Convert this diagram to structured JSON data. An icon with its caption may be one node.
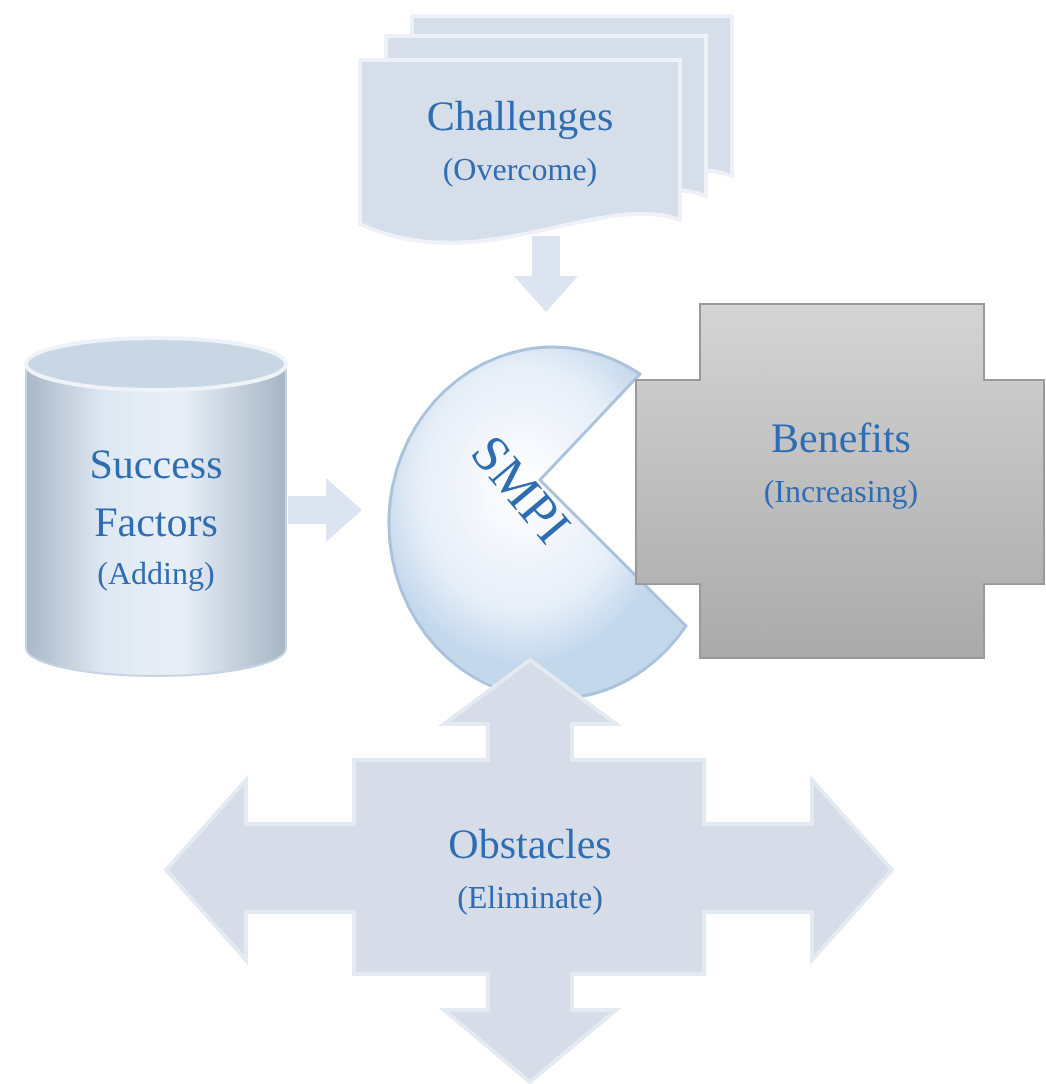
{
  "diagram": {
    "nodes": [
      {
        "text": [
          "Challenges",
          "(Overcome)"
        ]
      },
      {
        "text": [
          "Success Factors",
          "(Adding)"
        ]
      },
      {
        "text": [
          "SMPI"
        ]
      },
      {
        "text": [
          "Benefits",
          "(Increasing)"
        ]
      },
      {
        "text": [
          "Obstacles",
          "(Eliminate)"
        ]
      }
    ],
    "edges": [
      {
        "from": 0,
        "to": 2,
        "arrow": "to"
      },
      {
        "from": 1,
        "to": 2,
        "arrow": "to"
      }
    ]
  }
}
